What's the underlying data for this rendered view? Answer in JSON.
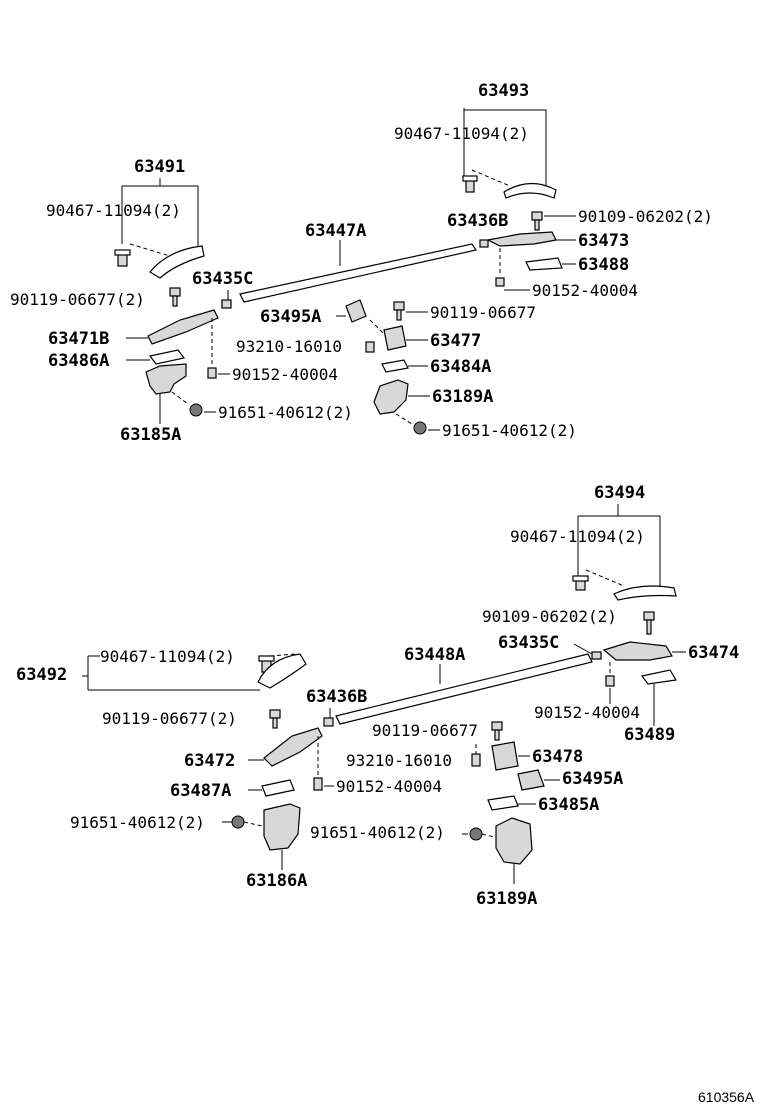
{
  "figure_id": "610356A",
  "upper": {
    "p63493": "63493",
    "p63493_screw": "90467-11094(2)",
    "p63491": "63491",
    "p63491_screw": "90467-11094(2)",
    "p63436B": "63436B",
    "p63447A": "63447A",
    "p90109_06202": "90109-06202(2)",
    "p63473": "63473",
    "p63488": "63488",
    "p90152_40004_r": "90152-40004",
    "p63435C": "63435C",
    "p90119_06677_l": "90119-06677(2)",
    "p63495A": "63495A",
    "p90119_06677_m": "90119-06677",
    "p63471B": "63471B",
    "p93210_16010": "93210-16010",
    "p63477": "63477",
    "p63486A": "63486A",
    "p90152_40004_l": "90152-40004",
    "p63484A": "63484A",
    "p63189A": "63189A",
    "p91651_40612_l": "91651-40612(2)",
    "p91651_40612_r": "91651-40612(2)",
    "p63185A": "63185A"
  },
  "lower": {
    "p63494": "63494",
    "p63494_screw": "90467-11094(2)",
    "p90109_06202": "90109-06202(2)",
    "p63435C": "63435C",
    "p63474": "63474",
    "p63492": "63492",
    "p63492_screw": "90467-11094(2)",
    "p63448A": "63448A",
    "p63436B": "63436B",
    "p90152_40004_r": "90152-40004",
    "p63489": "63489",
    "p90119_06677_l": "90119-06677(2)",
    "p90119_06677_m": "90119-06677",
    "p63478": "63478",
    "p63472": "63472",
    "p93210_16010": "93210-16010",
    "p63495A": "63495A",
    "p63487A": "63487A",
    "p90152_40004_l": "90152-40004",
    "p63485A": "63485A",
    "p91651_40612_l": "91651-40612(2)",
    "p91651_40612_r": "91651-40612(2)",
    "p63186A": "63186A",
    "p63189A": "63189A"
  }
}
